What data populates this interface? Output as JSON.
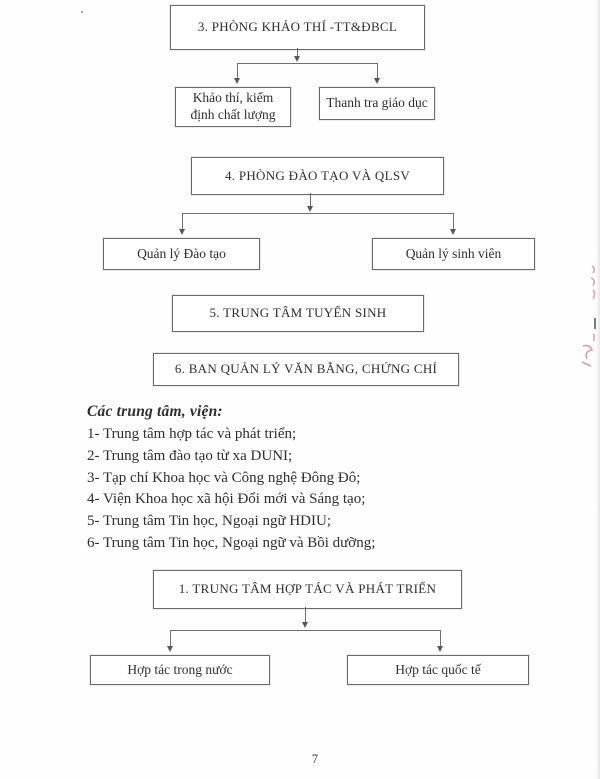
{
  "charts": {
    "khao_thi": {
      "parent": "3. PHÒNG KHẢO THÍ -TT&ĐBCL",
      "children": [
        "Khảo thí, kiểm định chất lượng",
        "Thanh tra giáo dục"
      ]
    },
    "dao_tao": {
      "parent": "4. PHÒNG ĐÀO TẠO VÀ QLSV",
      "children": [
        "Quản lý Đào tạo",
        "Quản lý sinh viên"
      ]
    },
    "hop_tac": {
      "parent": "1. TRUNG TÂM HỢP TÁC VÀ PHÁT TRIỂN",
      "children": [
        "Hợp tác trong nước",
        "Hợp tác quốc tế"
      ]
    }
  },
  "standalone_boxes": {
    "tuyen_sinh": "5. TRUNG TÂM TUYỂN SINH",
    "van_bang": "6. BAN QUẢN LÝ VĂN BẰNG, CHỨNG CHỈ"
  },
  "centers": {
    "heading": "Các trung tâm, viện:",
    "items": [
      "1- Trung tâm hợp tác và phát triển;",
      "2- Trung tâm đào tạo từ xa DUNI;",
      "3- Tạp chí Khoa học và Công nghệ Đông Đô;",
      "4- Viện Khoa học xã hội Đổi mới và Sáng tạo;",
      "5- Trung tâm Tin học, Ngoại ngữ HDIU;",
      "6- Trung tâm Tin học, Ngoại ngữ và Bồi dưỡng;"
    ]
  },
  "page": {
    "number": "7"
  },
  "colors": {
    "ink": "#2e2e2e",
    "box_border": "#6b6b6b",
    "connector": "#6f6f6f",
    "red_ink": "#b45060"
  }
}
